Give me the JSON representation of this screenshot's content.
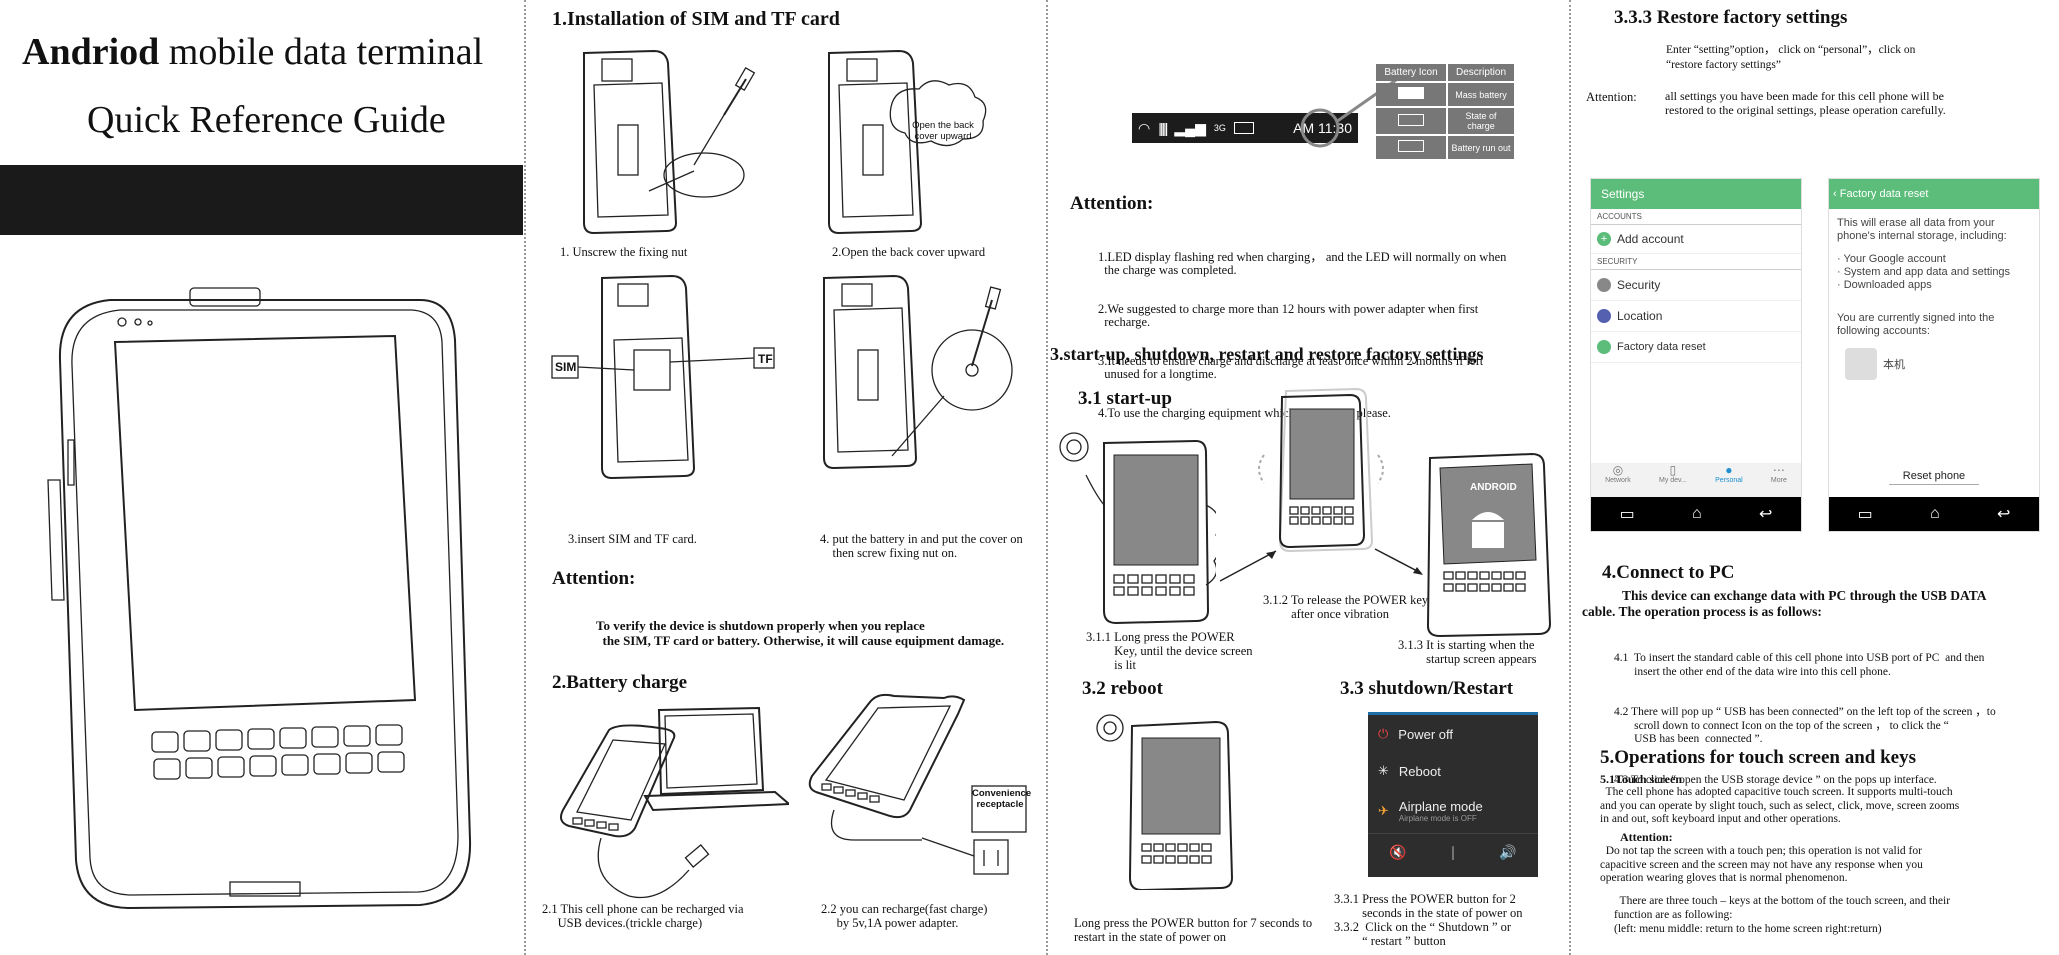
{
  "cover": {
    "title_bold": "Andriod",
    "title_rest": " mobile data terminal",
    "subtitle": "Quick Reference Guide"
  },
  "sim": {
    "heading": "1.Installation of SIM and TF card",
    "steps": [
      "1. Unscrew the fixing nut",
      "2.Open the back cover upward",
      "3.insert SIM and TF card.",
      "4. put the battery in and put the cover on\n    then screw fixing nut on."
    ],
    "bubble": "Open the back\ncover upward",
    "sim_label": "SIM",
    "tf_label": "TF",
    "attention_title": "Attention:",
    "attention_text": "To verify the device is shutdown properly when you replace\n  the SIM, TF card or battery. Otherwise, it will cause equipment damage."
  },
  "battery": {
    "heading": "2.Battery charge",
    "captions": [
      "2.1 This cell phone can be recharged via\n     USB devices.(trickle charge)",
      "2.2 you can recharge(fast charge)\n     by 5v,1A power adapter."
    ],
    "receptacle": "Convenience\nreceptacle"
  },
  "status": {
    "time": "AM 11:30",
    "network": "3G",
    "table_header": [
      "Battery Icon",
      "Description"
    ],
    "rows": [
      "Mass battery",
      "State of charge",
      "Battery run out"
    ]
  },
  "attention2": {
    "title": "Attention:",
    "items": [
      "1.LED display flashing red when charging， and the LED will normally on when\n  the charge was completed.",
      "2.We suggested to charge more than 12 hours with power adapter when first\n  recharge.",
      "3.It needs to ensure charge and discharge at least once within 2 months if left\n  unused for a longtime.",
      "4.To use the charging equipment which compatible please."
    ]
  },
  "startup": {
    "heading": "3.start-up, shutdown, restart and restore factory settings",
    "sub": "3.1 start-up",
    "cap1": "3.1.1 Long press the POWER\n         Key, until the device screen\n         is lit",
    "cap2": "3.1.2 To release the POWER key\n         after once vibration",
    "cap3": "3.1.3 It is starting when the\n         startup screen appears",
    "android": "ANDROID"
  },
  "reboot": {
    "heading": "3.2 reboot",
    "caption": "Long press the POWER button for 7 seconds to\nrestart in the state of power on"
  },
  "shutdown": {
    "heading": "3.3 shutdown/Restart",
    "menu": [
      "Power off",
      "Reboot",
      "Airplane mode"
    ],
    "airplane_sub": "Airplane mode is OFF",
    "cap1": "3.3.1 Press the POWER button for 2\n         seconds in the state of power on",
    "cap2": "3.3.2  Click on the “ Shutdown ” or\n         “ restart ” button"
  },
  "restore": {
    "heading": "3.3.3 Restore factory settings",
    "instruction": "Enter “setting”option， click on “personal”，click on\n“restore factory settings”",
    "attention_label": "Attention:",
    "attention_text": "all settings you have been made for this cell phone will be\nrestored to the original settings, please operation carefully."
  },
  "settings_screen": {
    "title": "Settings",
    "accounts": "ACCOUNTS",
    "add_account": "Add account",
    "security_header": "SECURITY",
    "security": "Security",
    "location": "Location",
    "reset": "Factory data reset",
    "tabs": [
      "Network",
      "My dev...",
      "Personal",
      "More"
    ]
  },
  "reset_screen": {
    "title": "Factory data reset",
    "p1": "This will erase all data from your\nphone's internal storage, including:",
    "bullets": [
      "· Your Google account",
      "· System and app data and settings",
      "· Downloaded apps"
    ],
    "p2": "You are currently signed into the\nfollowing accounts:",
    "account": "本机",
    "button": "Reset phone"
  },
  "connect": {
    "heading": "4.Connect to PC",
    "intro": "This device can exchange data with PC through the USB DATA\ncable. The operation process is as follows:",
    "steps": [
      "4.1  To insert the standard cable of this cell phone into USB port of PC  and then\n       insert the other end of the data wire into this cell phone.",
      "4.2 There will pop up “ USB has been connected” on the left top of the screen ，to\n       scroll down to connect Icon on the top of the screen ， to click the “\n       USB has been  connected ”.",
      "4.3 To click “ open the USB storage device ” on the pops up interface."
    ]
  },
  "ops": {
    "heading": "5.Operations for touch screen and keys",
    "sub": "5.1Touch screen",
    "p1": "  The cell phone has adopted capacitive touch screen. It supports multi-touch\nand you can operate by slight touch, such as select, click, move, screen zooms\nin and out, soft keyboard input and other operations.",
    "attention": "Attention:",
    "p2": "  Do not tap the screen with a touch pen; this operation is not valid for\ncapacitive screen and the screen may not have any response when you\noperation wearing gloves that is normal phenomenon.",
    "p3": "  There are three touch – keys at the bottom of the touch screen, and their\nfunction are as following:\n(left: menu middle: return to the home screen right:return)"
  }
}
